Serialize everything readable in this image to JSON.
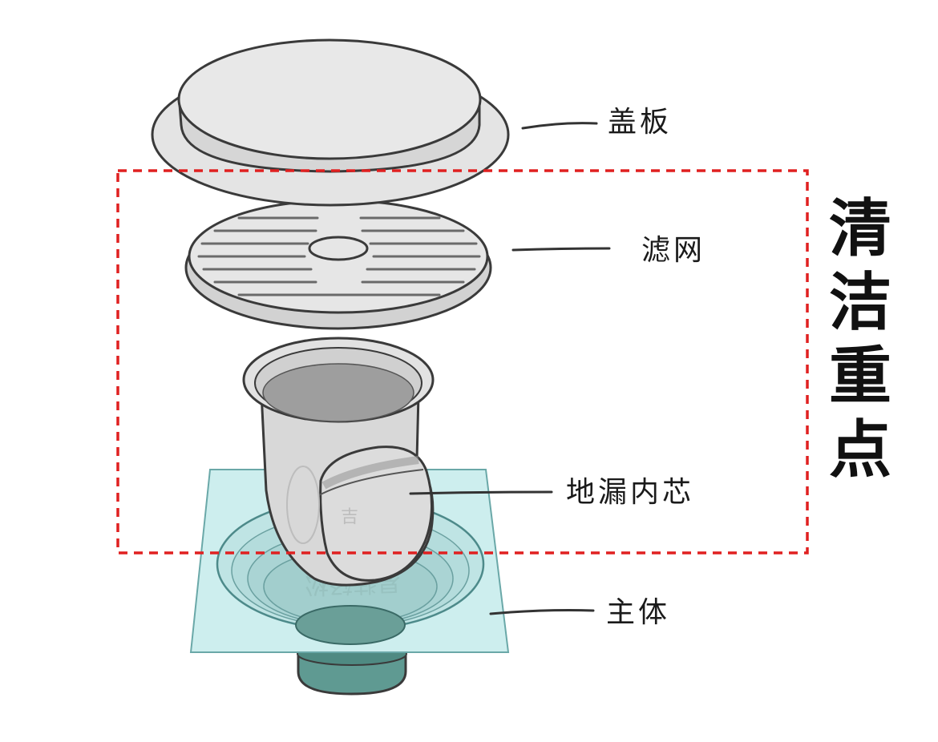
{
  "labels": {
    "cover": "盖板",
    "filter": "滤网",
    "core": "地漏内芯",
    "body": "主体"
  },
  "focus_title": [
    "清",
    "洁",
    "重",
    "点"
  ],
  "watermark": "易装轻松",
  "colors": {
    "highlight_box": "#e02020",
    "part_fill": "#e4e4e4",
    "part_outline": "#3a3a3a",
    "base_plate": "#cdeeee",
    "drain_pipe": "#5f9a92"
  },
  "icons": {
    "highlight": "dashed-box",
    "parts": [
      "cover-plate-icon",
      "filter-mesh-icon",
      "drain-core-icon",
      "drain-body-icon"
    ]
  }
}
